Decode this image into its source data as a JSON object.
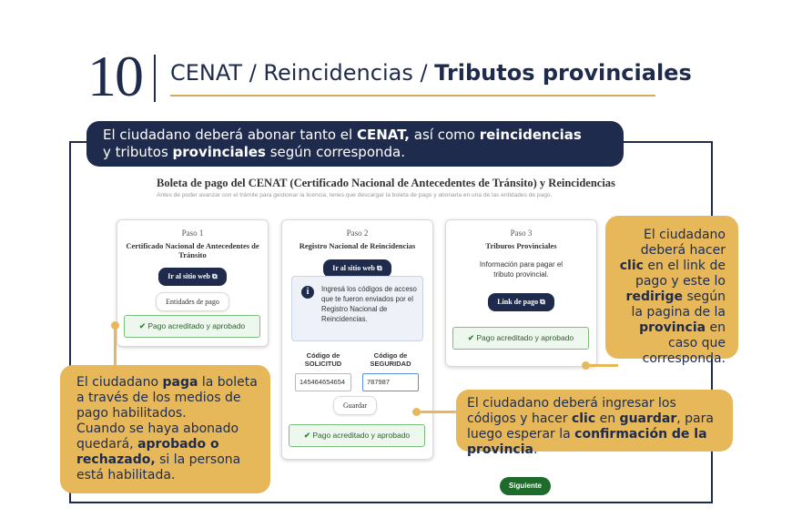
{
  "header": {
    "number": "10",
    "title_plain": "CENAT / Reincidencias / ",
    "title_bold": "Tributos provinciales"
  },
  "banner": {
    "t1": "El ciudadano deberá abonar tanto el ",
    "b1": "CENAT,",
    "t2": " así como ",
    "b2": "reincidencias",
    "t3": "y tributos ",
    "b3": "provinciales",
    "t4": " según corresponda."
  },
  "page": {
    "title": "Boleta de pago del CENAT (Certificado Nacional de Antecedentes de Tránsito) y Reincidencias",
    "subtitle": "Antes de poder avanzar con el trámite para gestionar la licencia, tenes que descargar la boleta de pago y abonarla en una de las entidades de pago.",
    "next_button": "Siguiente"
  },
  "cards": [
    {
      "step": "Paso 1",
      "name": "Certificado Nacional de Antecedentes de Tránsito",
      "primary_button": "Ir al sitio web",
      "secondary_button": "Entidades de pago",
      "status": "Pago acreditado y aprobado"
    },
    {
      "step": "Paso 2",
      "name": "Registro Nacional de Reincidencias",
      "primary_button": "Ir al sitio web",
      "info": "Ingresá los códigos de acceso que te fueron enviados por el Registro Nacional de Reincidencias.",
      "field1_label_1": "Código de",
      "field1_label_2": "SOLICITUD",
      "field1_value": "145464654654",
      "field2_label_1": "Código de",
      "field2_label_2": "SEGURIDAD",
      "field2_value": "787987",
      "save_button": "Guardar",
      "status": "Pago acreditado y aprobado"
    },
    {
      "step": "Paso 3",
      "name": "Triburos Provinciales",
      "description": "Información para pagar el tributo provincial.",
      "primary_button": "Link de pago",
      "status": "Pago acreditado y aprobado"
    }
  ],
  "callouts": {
    "left": {
      "t1": "El ciudadano ",
      "b1": "paga",
      "t2": " la boleta a través de los medios de pago habilitados.",
      "t3": "Cuando se haya abonado quedará, ",
      "b2": "aprobado o rechazado,",
      "t4": " si la persona está habilitada."
    },
    "right": {
      "t1": "El ciudadano deberá hacer ",
      "b1": "clic",
      "t2": " en el link de pago y este lo ",
      "b2": "redirige",
      "t3": " según la pagina de la ",
      "b3": "provincia",
      "t4": " en caso que corresponda."
    },
    "mid": {
      "t1": "El ciudadano deberá ingresar los códigos y hacer ",
      "b1": "clic",
      "t2": " en ",
      "b2": "guardar",
      "t3": ", para luego esperar la ",
      "b3": "confirmación de la provincia",
      "t4": "."
    }
  },
  "colors": {
    "navy": "#1e2b4d",
    "gold": "#e7b85a",
    "green_button": "#1f6b2c",
    "status_border": "#7bbf7b"
  },
  "icons": {
    "external_link": "external-link-icon",
    "info": "info-icon",
    "check": "check-icon"
  }
}
